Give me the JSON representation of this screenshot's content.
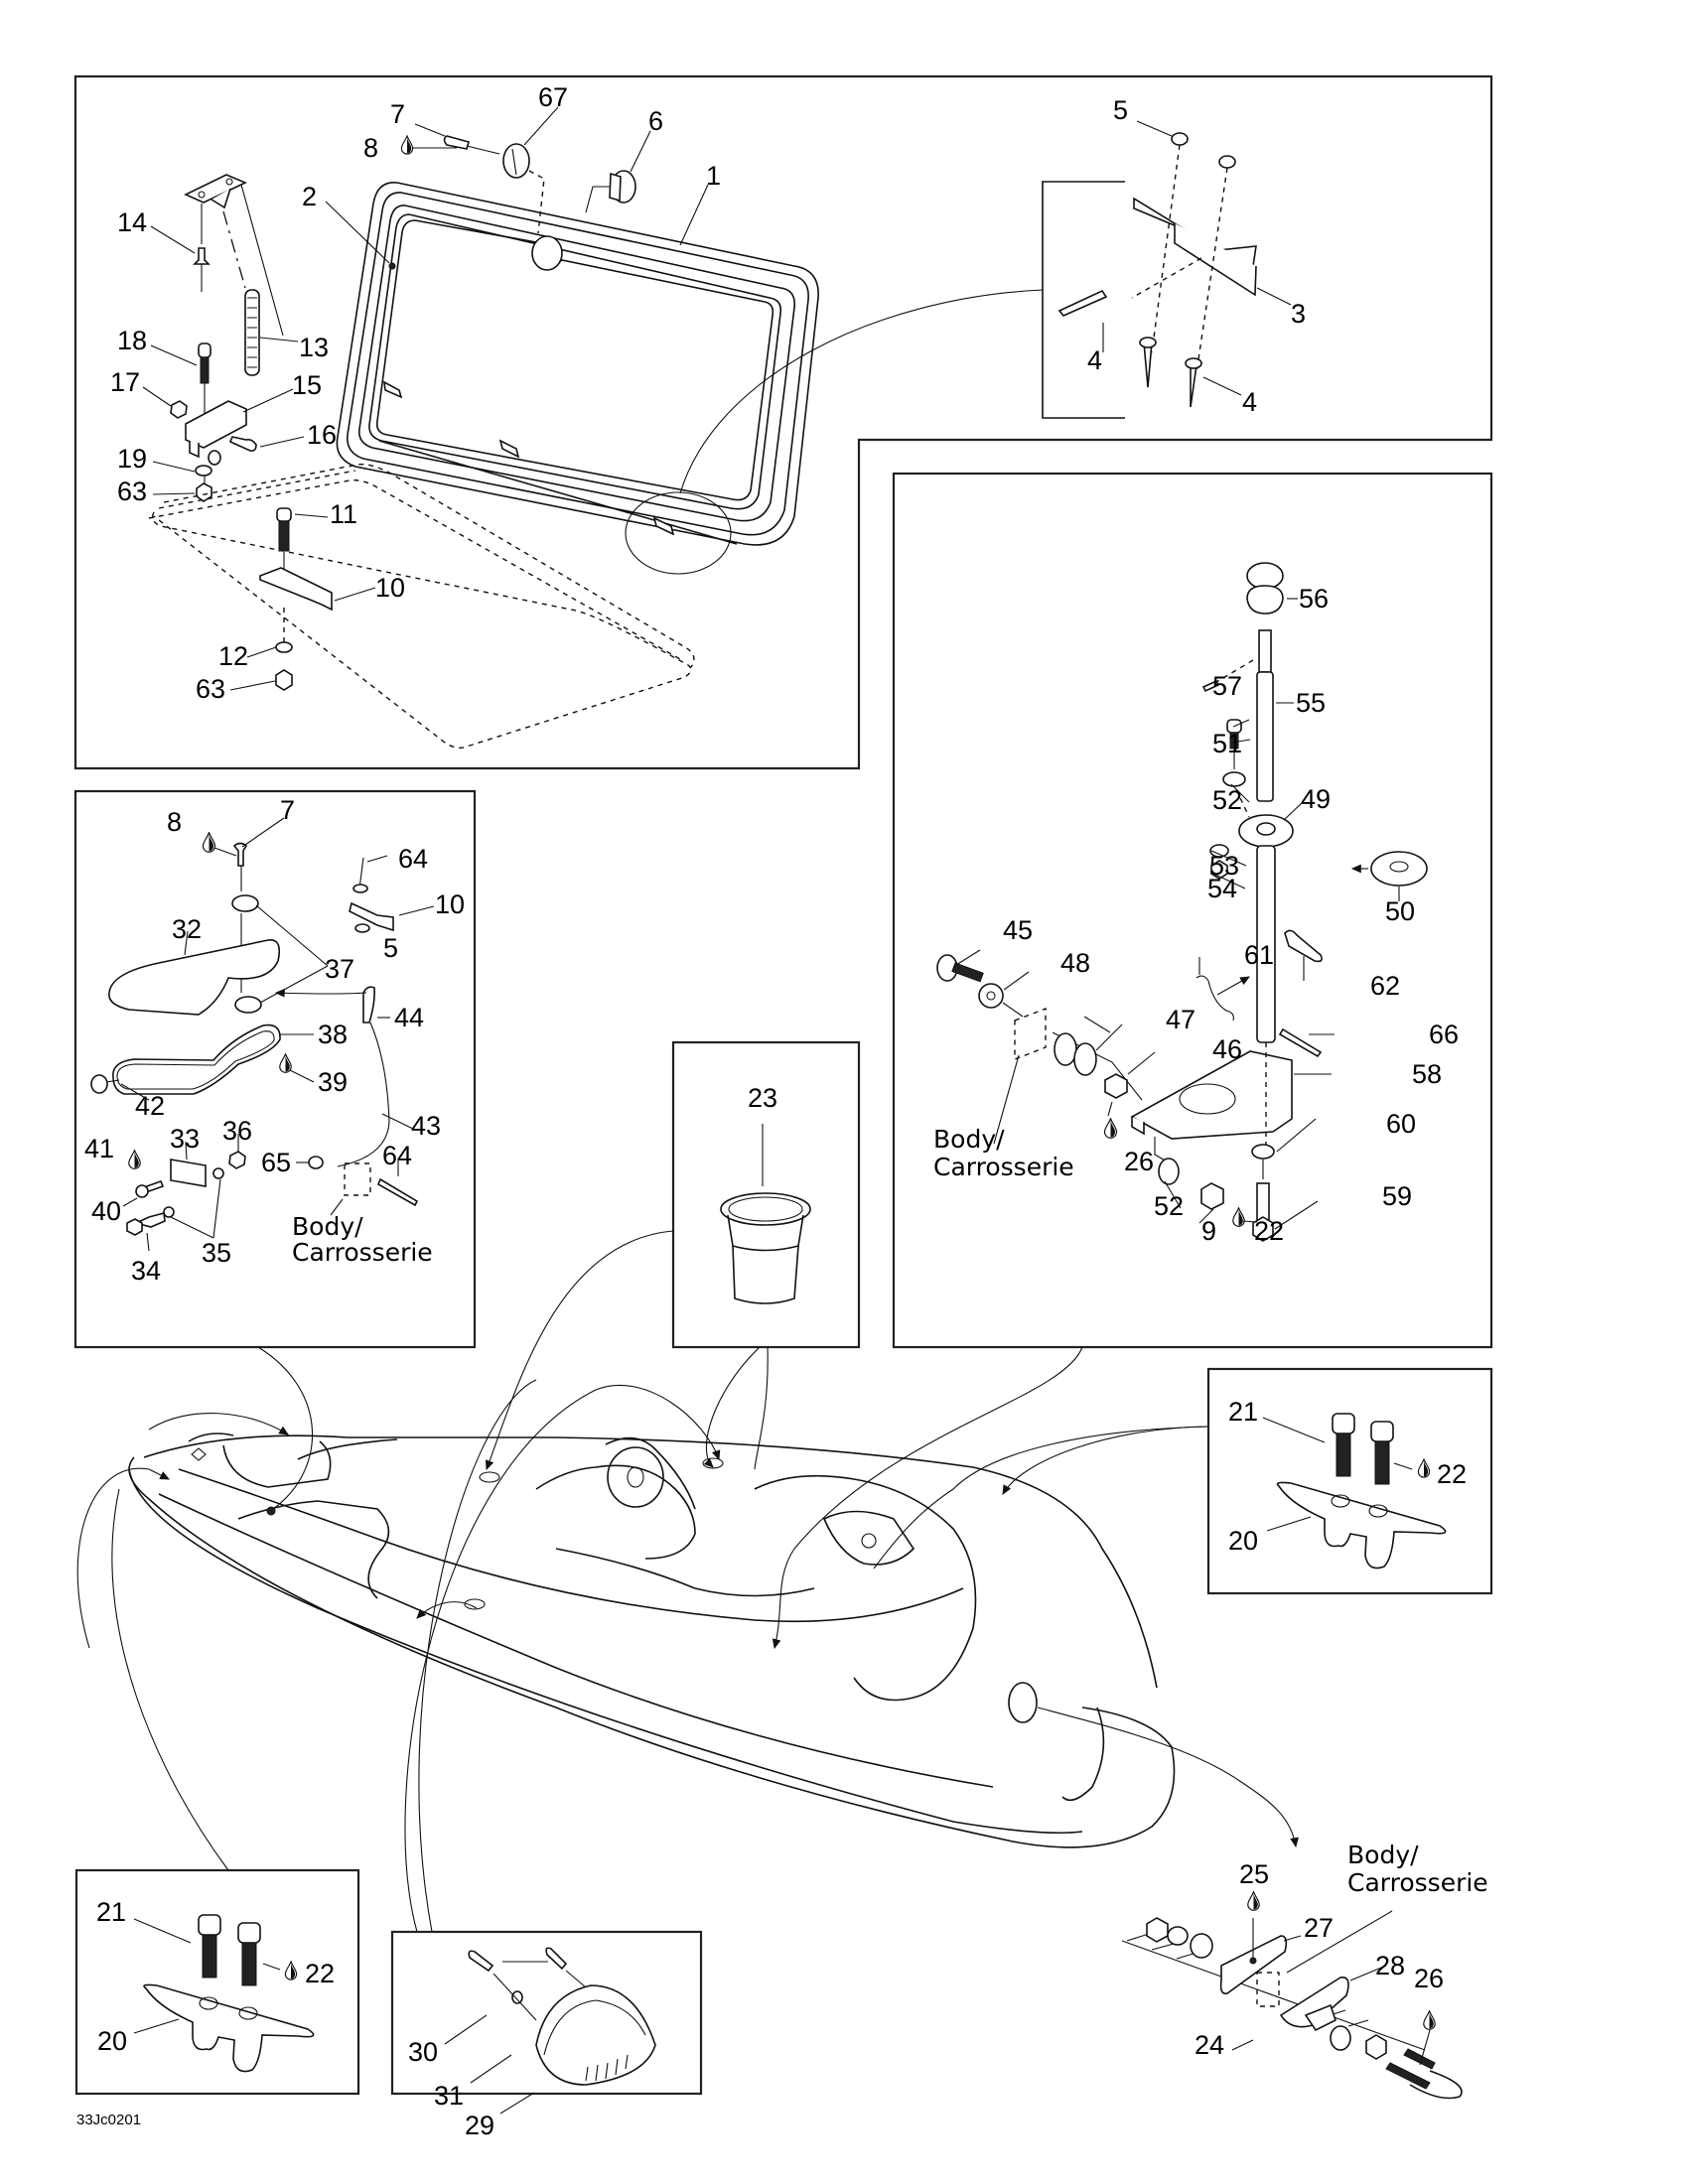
{
  "document": {
    "type": "exploded parts diagram",
    "drawing_code": "33Jc0201",
    "body_label_line1": "Body/",
    "body_label_line2": "Carrosserie"
  },
  "panels": {
    "storage_lid": {
      "callouts": [
        "1",
        "2",
        "3",
        "4",
        "4",
        "5",
        "6",
        "7",
        "8",
        "67",
        "10",
        "11",
        "12",
        "13",
        "14",
        "15",
        "16",
        "17",
        "18",
        "19",
        "63",
        "63"
      ]
    },
    "glove_box": {
      "callouts": [
        "7",
        "8",
        "64",
        "10",
        "5",
        "32",
        "37",
        "44",
        "38",
        "39",
        "42",
        "43",
        "33",
        "36",
        "41",
        "65",
        "64",
        "40",
        "35",
        "34"
      ]
    },
    "cup_holder": {
      "callouts": [
        "23"
      ]
    },
    "throttle_shaft": {
      "callouts": [
        "56",
        "57",
        "55",
        "51",
        "52",
        "49",
        "53",
        "54",
        "50",
        "45",
        "48",
        "61",
        "62",
        "47",
        "66",
        "46",
        "58",
        "26",
        "60",
        "52",
        "9",
        "22",
        "59"
      ]
    },
    "cleat_right": {
      "callouts": [
        "21",
        "22",
        "20"
      ]
    },
    "cleat_left": {
      "callouts": [
        "21",
        "22",
        "20"
      ]
    },
    "light": {
      "callouts": [
        "30",
        "31",
        "29"
      ]
    },
    "tow_eye": {
      "callouts": [
        "25",
        "27",
        "28",
        "26",
        "24"
      ]
    }
  },
  "labels": {
    "p1": "1",
    "p2": "2",
    "p3": "3",
    "p4a": "4",
    "p4b": "4",
    "p5": "5",
    "p6": "6",
    "p7": "7",
    "p8": "8",
    "p67": "67",
    "p10": "10",
    "p11": "11",
    "p12": "12",
    "p13": "13",
    "p14": "14",
    "p15": "15",
    "p16": "16",
    "p17": "17",
    "p18": "18",
    "p19": "19",
    "p63a": "63",
    "p63b": "63",
    "g8": "8",
    "g7": "7",
    "g64a": "64",
    "g10": "10",
    "g5": "5",
    "g32": "32",
    "g37": "37",
    "g44": "44",
    "g38": "38",
    "g39": "39",
    "g42": "42",
    "g43": "43",
    "g33": "33",
    "g36": "36",
    "g41": "41",
    "g65": "65",
    "g64b": "64",
    "g40": "40",
    "g35": "35",
    "g34": "34",
    "c23": "23",
    "t56": "56",
    "t57": "57",
    "t55": "55",
    "t51": "51",
    "t52a": "52",
    "t49": "49",
    "t53": "53",
    "t54": "54",
    "t50": "50",
    "t45": "45",
    "t48": "48",
    "t61": "61",
    "t62": "62",
    "t47": "47",
    "t66": "66",
    "t46": "46",
    "t58": "58",
    "t26": "26",
    "t60": "60",
    "t52b": "52",
    "t9": "9",
    "t22": "22",
    "t59": "59",
    "r21": "21",
    "r22": "22",
    "r20": "20",
    "l21": "21",
    "l22": "22",
    "l20": "20",
    "h30": "30",
    "h31": "31",
    "h29": "29",
    "e25": "25",
    "e27": "27",
    "e28": "28",
    "e26": "26",
    "e24": "24"
  }
}
